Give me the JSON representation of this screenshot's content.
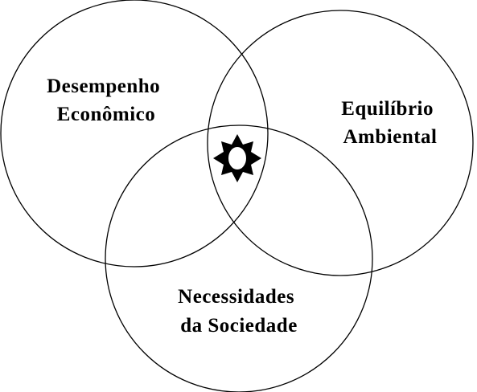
{
  "diagram": {
    "circles": [
      {
        "id": "economic",
        "label_lines": [
          "Desempenho",
          "Econômico"
        ]
      },
      {
        "id": "environmental",
        "label_lines": [
          "Equilíbrio",
          "Ambiental"
        ]
      },
      {
        "id": "social",
        "label_lines": [
          "Necessidades",
          "da Sociedade"
        ]
      }
    ],
    "center_icon": "sun-star-icon",
    "colors": {
      "stroke": "#000000",
      "background": "#ffffff"
    }
  }
}
